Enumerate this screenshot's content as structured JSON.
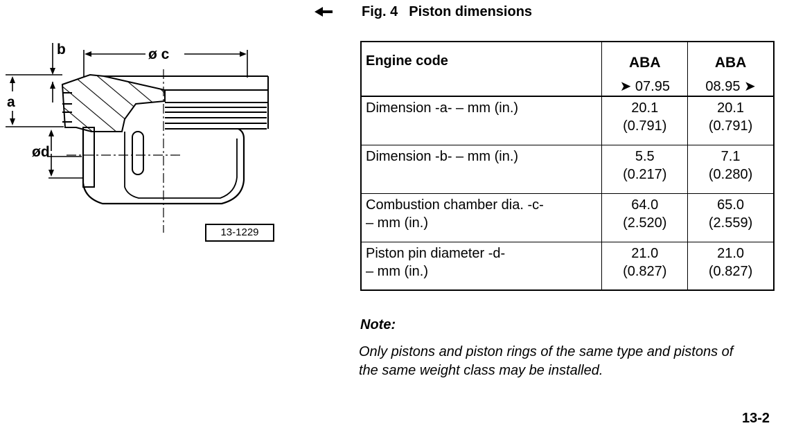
{
  "figure": {
    "number": "Fig. 4",
    "title": "Piston dimensions",
    "code": "13-1229",
    "labels": {
      "a": "a",
      "b": "b",
      "c": "ø c",
      "d": "ød"
    }
  },
  "table": {
    "header": {
      "label": "Engine code",
      "columns": [
        {
          "code": "ABA",
          "range": "➤ 07.95"
        },
        {
          "code": "ABA",
          "range": "08.95 ➤"
        }
      ]
    },
    "rows": [
      {
        "label_line1": "Dimension -a-  – mm (in.)",
        "label_line2": "",
        "values": [
          {
            "mm": "20.1",
            "in": "(0.791)"
          },
          {
            "mm": "20.1",
            "in": "(0.791)"
          }
        ]
      },
      {
        "label_line1": "Dimension -b-  – mm (in.)",
        "label_line2": "",
        "values": [
          {
            "mm": "5.5",
            "in": "(0.217)"
          },
          {
            "mm": "7.1",
            "in": "(0.280)"
          }
        ]
      },
      {
        "label_line1": "Combustion chamber dia. -c-",
        "label_line2": "– mm (in.)",
        "values": [
          {
            "mm": "64.0",
            "in": "(2.520)"
          },
          {
            "mm": "65.0",
            "in": "(2.559)"
          }
        ]
      },
      {
        "label_line1": "Piston pin diameter -d-",
        "label_line2": "– mm (in.)",
        "values": [
          {
            "mm": "21.0",
            "in": "(0.827)"
          },
          {
            "mm": "21.0",
            "in": "(0.827)"
          }
        ]
      }
    ]
  },
  "note": {
    "title": "Note:",
    "text": "Only pistons and piston rings of the same type and pistons of the same weight class may be installed."
  },
  "page_number": "13-2"
}
